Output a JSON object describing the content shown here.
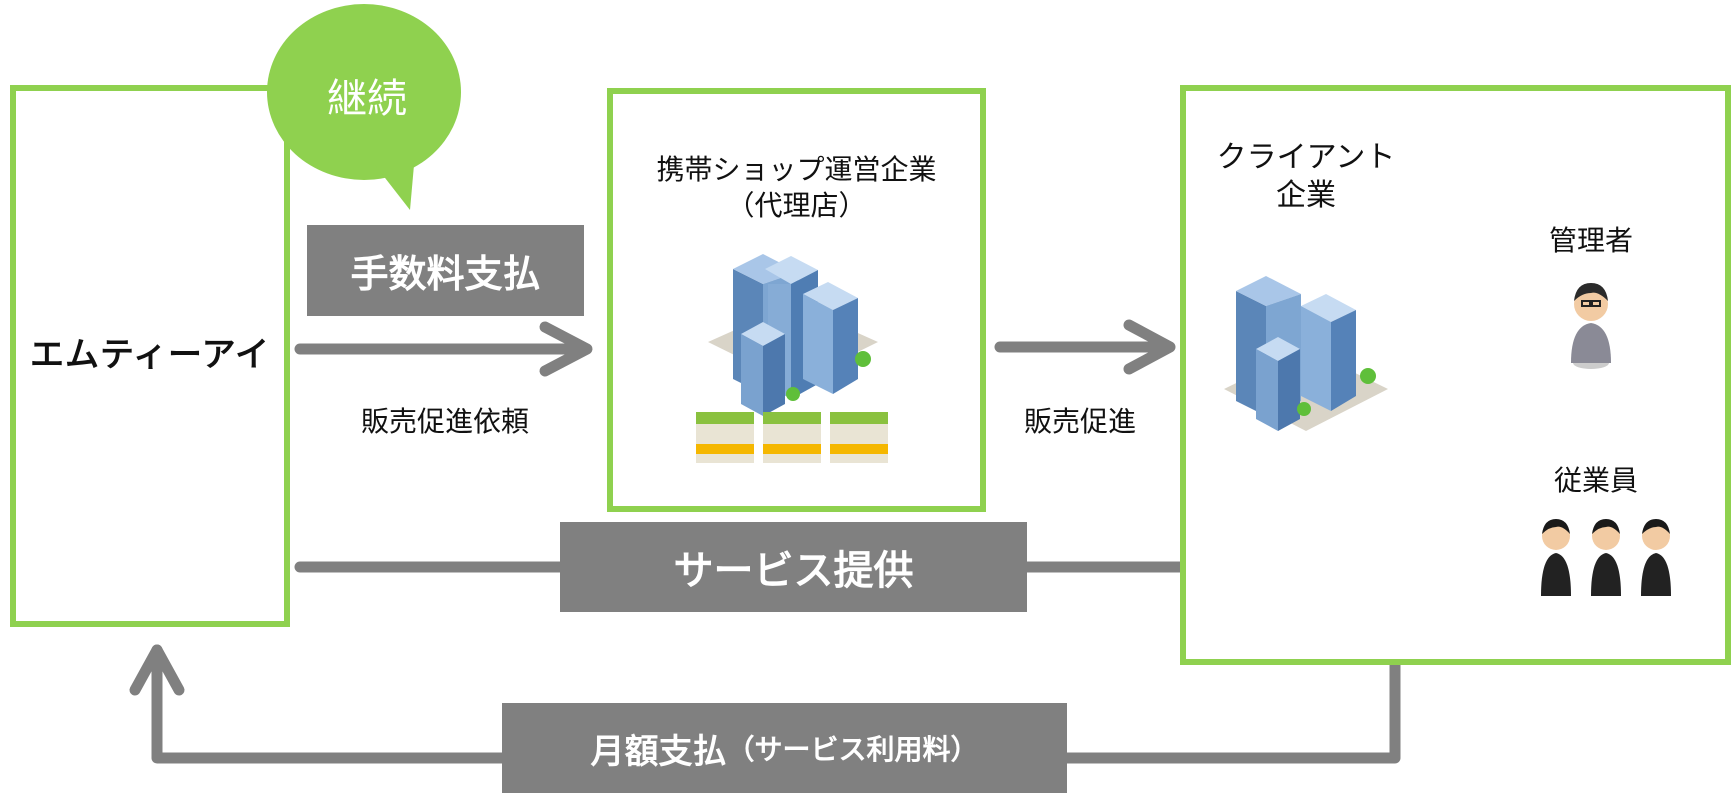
{
  "colors": {
    "accent_green": "#8fd14f",
    "arrow_gray": "#808080",
    "label_gray": "#808080",
    "label_text": "#ffffff"
  },
  "bubble": {
    "label": "継続"
  },
  "mti": {
    "name": "エムティーアイ"
  },
  "labels": {
    "commission": "手数料支払",
    "sales_request": "販売促進依頼",
    "sales_promo": "販売促進",
    "service": "サービス提供",
    "monthly_main": "月額支払",
    "monthly_sub": "（サービス利用料）"
  },
  "agent": {
    "title_line1": "携帯ショップ運営企業",
    "title_line2": "（代理店）"
  },
  "client": {
    "title_line1": "クライアント",
    "title_line2": "企業",
    "manager": "管理者",
    "employee": "従業員"
  },
  "icons": {
    "agent_buildings": "office-buildings-icon",
    "shops": "shop-icon",
    "client_buildings": "office-buildings-icon",
    "manager": "businessman-icon",
    "employees": "businessmen-group-icon"
  }
}
